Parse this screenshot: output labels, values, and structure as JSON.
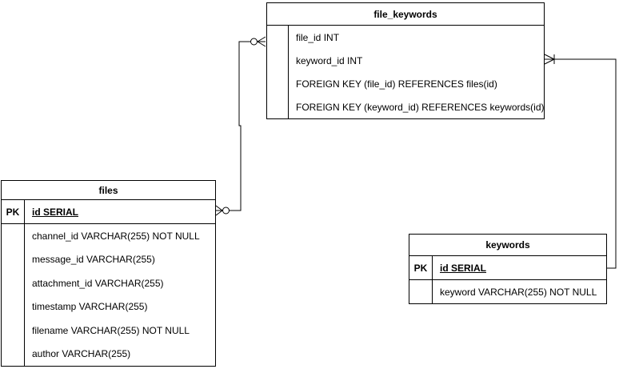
{
  "diagram": {
    "type": "entity-relationship",
    "colors": {
      "background": "#ffffff",
      "line": "#000000",
      "text": "#000000",
      "table_fill": "#ffffff"
    },
    "tables": {
      "file_keywords": {
        "title": "file_keywords",
        "pk_label": "",
        "rows": [
          "file_id INT",
          "keyword_id INT",
          "FOREIGN KEY (file_id) REFERENCES files(id)",
          "FOREIGN KEY (keyword_id) REFERENCES keywords(id)"
        ]
      },
      "files": {
        "title": "files",
        "pk_label": "PK",
        "pk_field": "id SERIAL",
        "rows": [
          "channel_id VARCHAR(255) NOT NULL",
          "message_id VARCHAR(255)",
          "attachment_id VARCHAR(255)",
          "timestamp VARCHAR(255)",
          "filename VARCHAR(255) NOT NULL",
          "author VARCHAR(255)"
        ]
      },
      "keywords": {
        "title": "keywords",
        "pk_label": "PK",
        "pk_field": "id SERIAL",
        "rows": [
          "keyword VARCHAR(255) NOT NULL"
        ]
      }
    },
    "relationships": [
      {
        "from": "files.id",
        "to": "file_keywords.file_id",
        "from_marker": "zero-or-many",
        "to_marker": "zero-or-many"
      },
      {
        "from": "file_keywords.keyword_id",
        "to": "keywords.id",
        "from_marker": "one-or-many",
        "to_marker": "none"
      }
    ]
  }
}
